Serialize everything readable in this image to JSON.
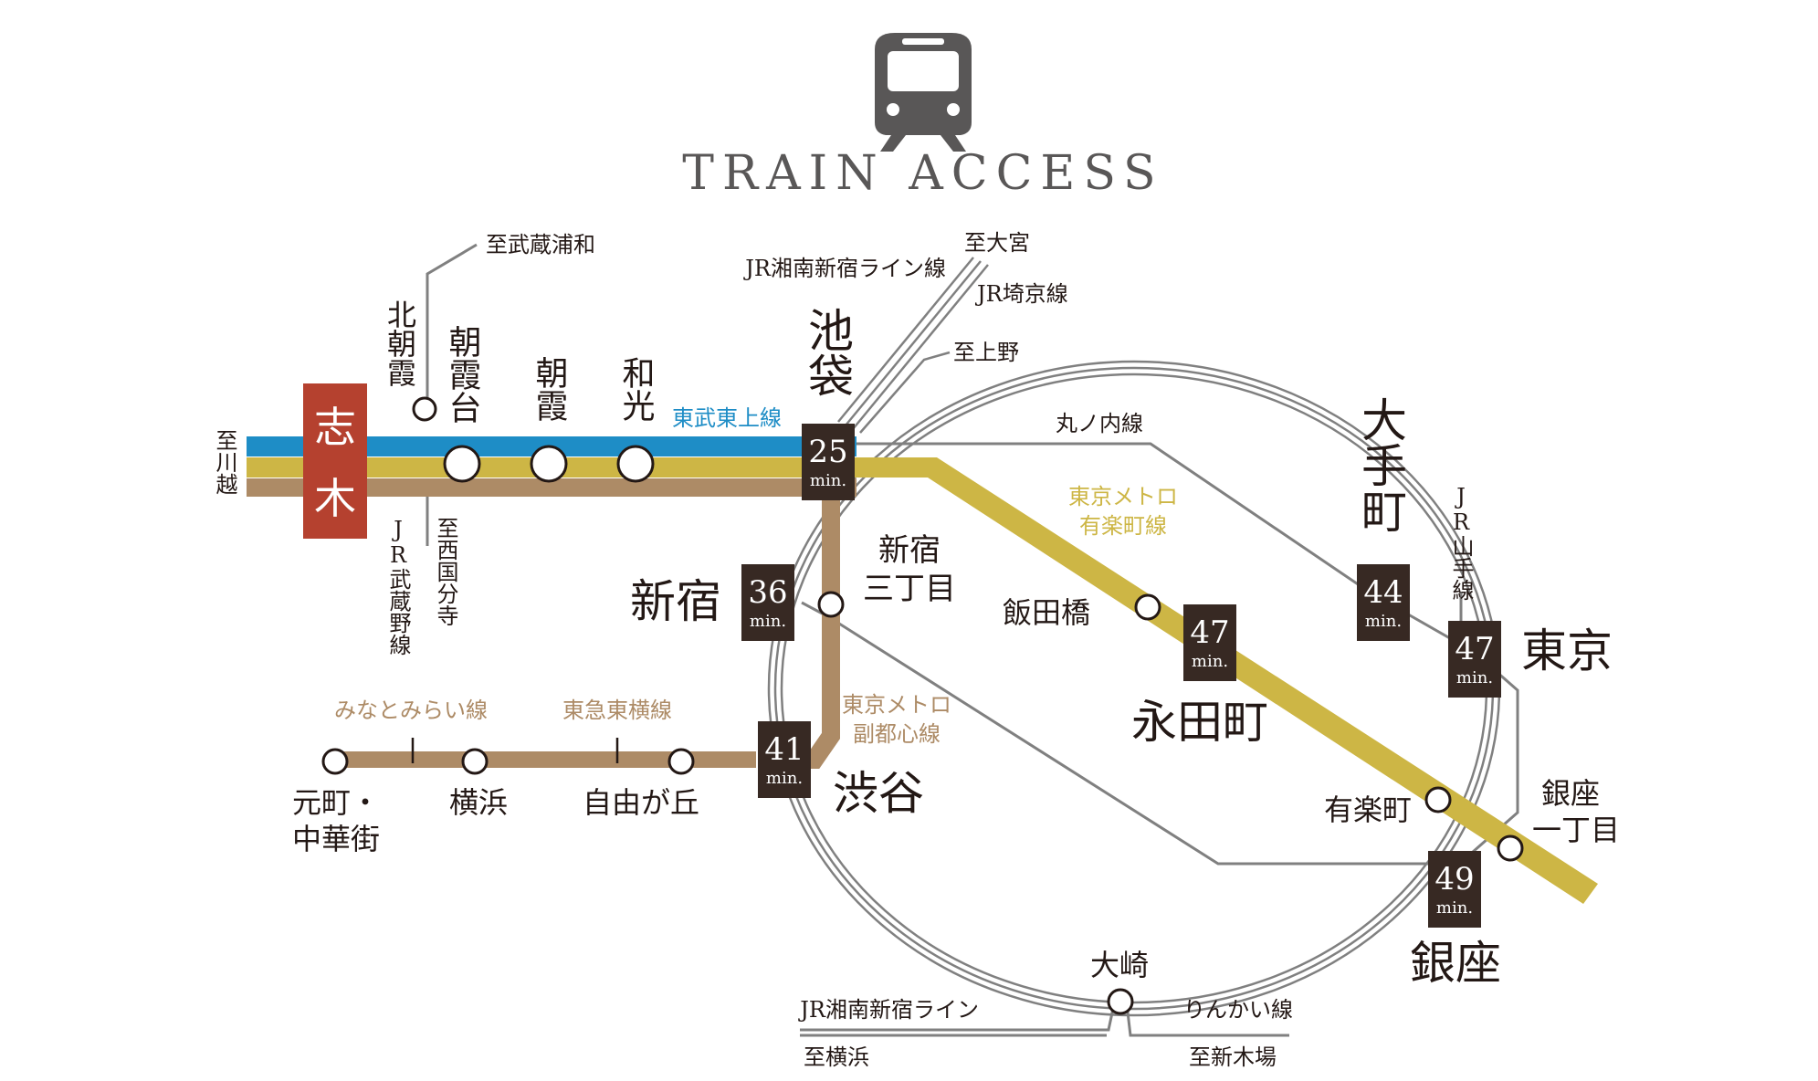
{
  "title": "TRAIN ACCESS",
  "colors": {
    "tobu": "#1e8dc6",
    "yurakucho": "#cdb645",
    "fukutoshin": "#ad8b66",
    "jr": "#808080",
    "time_box": "#372923",
    "origin_box": "#b5412f",
    "text": "#231815"
  },
  "icons": {
    "train": "train-icon"
  },
  "origin": {
    "name": "志木",
    "char1": "志",
    "char2": "木"
  },
  "edge_label": "至川越",
  "lines": {
    "tobu": "東武東上線",
    "yurakucho_1": "東京メトロ",
    "yurakucho_2": "有楽町線",
    "fukutoshin_1": "東京メトロ",
    "fukutoshin_2": "副都心線",
    "marunouchi": "丸ノ内線",
    "musashino": "JR武蔵野線",
    "saikyo": "JR埼京線",
    "shonan_top": "JR湘南新宿ライン線",
    "shonan_bottom": "JR湘南新宿ライン",
    "rinkai": "りんかい線",
    "yamanote": "JR山手線",
    "minatomirai": "みなとみらい線",
    "toyoko": "東急東横線"
  },
  "directions": {
    "musashi_urawa": "至武蔵浦和",
    "nishi_kokubunji": "至西国分寺",
    "omiya": "至大宮",
    "ueno": "至上野",
    "yokohama": "至横浜",
    "shinkiba": "至新木場"
  },
  "stations": {
    "kita_asaka": "北朝霞",
    "asakadai": "朝霞台",
    "asaka": "朝霞",
    "wako": "和光",
    "ikebukuro": "池袋",
    "shinjuku": "新宿",
    "shinjuku_sanchome_1": "新宿",
    "shinjuku_sanchome_2": "三丁目",
    "shibuya": "渋谷",
    "iidabashi": "飯田橋",
    "nagatacho": "永田町",
    "otemachi": "大手町",
    "tokyo": "東京",
    "yurakucho": "有楽町",
    "ginza_itchome_1": "銀座",
    "ginza_itchome_2": "一丁目",
    "ginza": "銀座",
    "osaki": "大崎",
    "motomachi_1": "元町・",
    "motomachi_2": "中華街",
    "yokohama": "横浜",
    "jiyugaoka": "自由が丘"
  },
  "travel_times": {
    "ikebukuro": {
      "value": "25",
      "unit": "min."
    },
    "shinjuku": {
      "value": "36",
      "unit": "min."
    },
    "shibuya": {
      "value": "41",
      "unit": "min."
    },
    "nagatacho": {
      "value": "47",
      "unit": "min."
    },
    "otemachi": {
      "value": "44",
      "unit": "min."
    },
    "tokyo": {
      "value": "47",
      "unit": "min."
    },
    "ginza": {
      "value": "49",
      "unit": "min."
    }
  }
}
